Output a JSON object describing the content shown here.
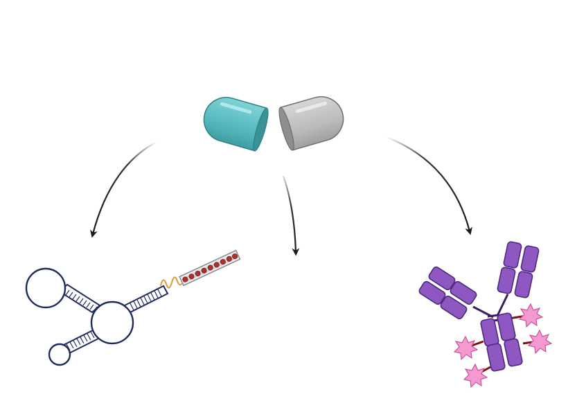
{
  "diagram": {
    "nodes": [
      {
        "id": "capsule",
        "icon": "split-capsule-icon",
        "colors": {
          "left_half": "#5bbfc4",
          "right_half": "#bdbdbd"
        }
      },
      {
        "id": "aptamer",
        "icon": "rna-aptamer-conjugate-icon",
        "colors": {
          "strand": "#1f2a5c",
          "linker": "#e0a040",
          "cargo_bead": "#b03030"
        }
      },
      {
        "id": "empty-target",
        "icon": "none"
      },
      {
        "id": "antibody",
        "icon": "antibody-drug-conjugate-icon",
        "colors": {
          "domains": "#8e57c1",
          "payload": "#f49ad0",
          "linker": "#7a1515"
        }
      }
    ],
    "edges": [
      {
        "from": "capsule",
        "to": "aptamer"
      },
      {
        "from": "capsule",
        "to": "empty-target"
      },
      {
        "from": "capsule",
        "to": "antibody"
      }
    ],
    "arrow_color": "#1a1a1a"
  }
}
